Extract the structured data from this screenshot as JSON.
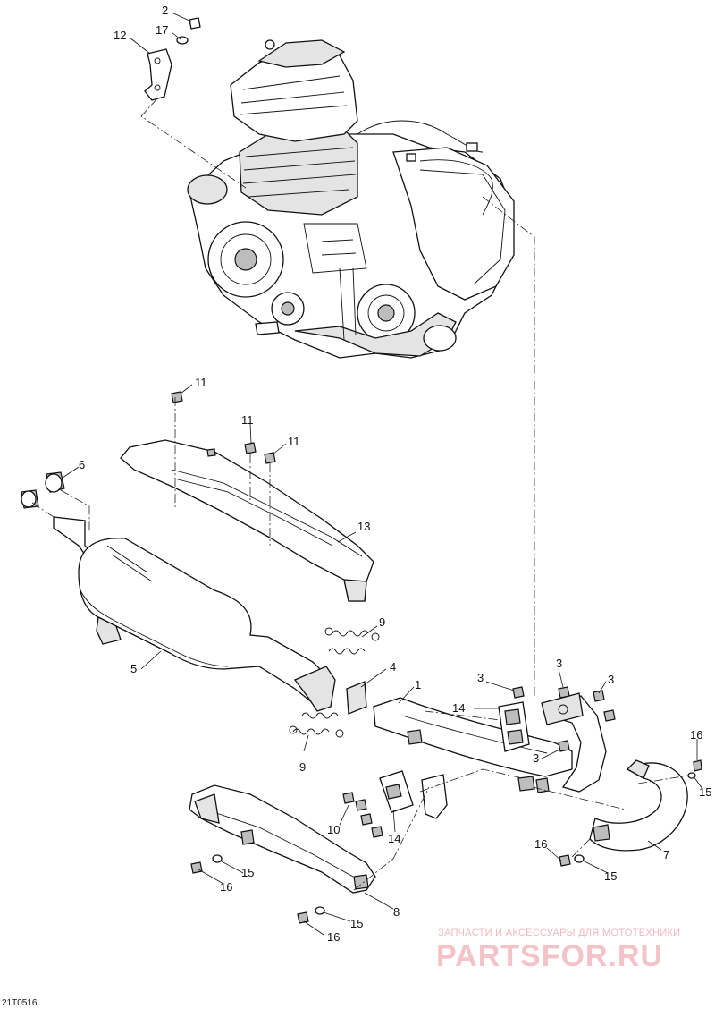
{
  "diagram": {
    "ref_code": "21T0516",
    "callouts": [
      {
        "label": "2"
      },
      {
        "label": "17"
      },
      {
        "label": "12"
      },
      {
        "label": "11"
      },
      {
        "label": "11"
      },
      {
        "label": "11"
      },
      {
        "label": "6"
      },
      {
        "label": "13"
      },
      {
        "label": "9"
      },
      {
        "label": "5"
      },
      {
        "label": "4"
      },
      {
        "label": "1"
      },
      {
        "label": "3"
      },
      {
        "label": "3"
      },
      {
        "label": "3"
      },
      {
        "label": "14"
      },
      {
        "label": "3"
      },
      {
        "label": "9"
      },
      {
        "label": "16"
      },
      {
        "label": "15"
      },
      {
        "label": "10"
      },
      {
        "label": "14"
      },
      {
        "label": "16"
      },
      {
        "label": "7"
      },
      {
        "label": "15"
      },
      {
        "label": "15"
      },
      {
        "label": "16"
      },
      {
        "label": "8"
      },
      {
        "label": "15"
      },
      {
        "label": "16"
      }
    ]
  },
  "watermark": {
    "tagline": "ЗАПЧАСТИ И АКСЕССУАРЫ ДЛЯ МОТОТЕХНИКИ",
    "brand": "PARTSFOR.RU"
  },
  "colors": {
    "line": "#111111",
    "fill": "#ffffff",
    "shade": "#e4e4e4",
    "watermark": "#f4c3c7"
  }
}
